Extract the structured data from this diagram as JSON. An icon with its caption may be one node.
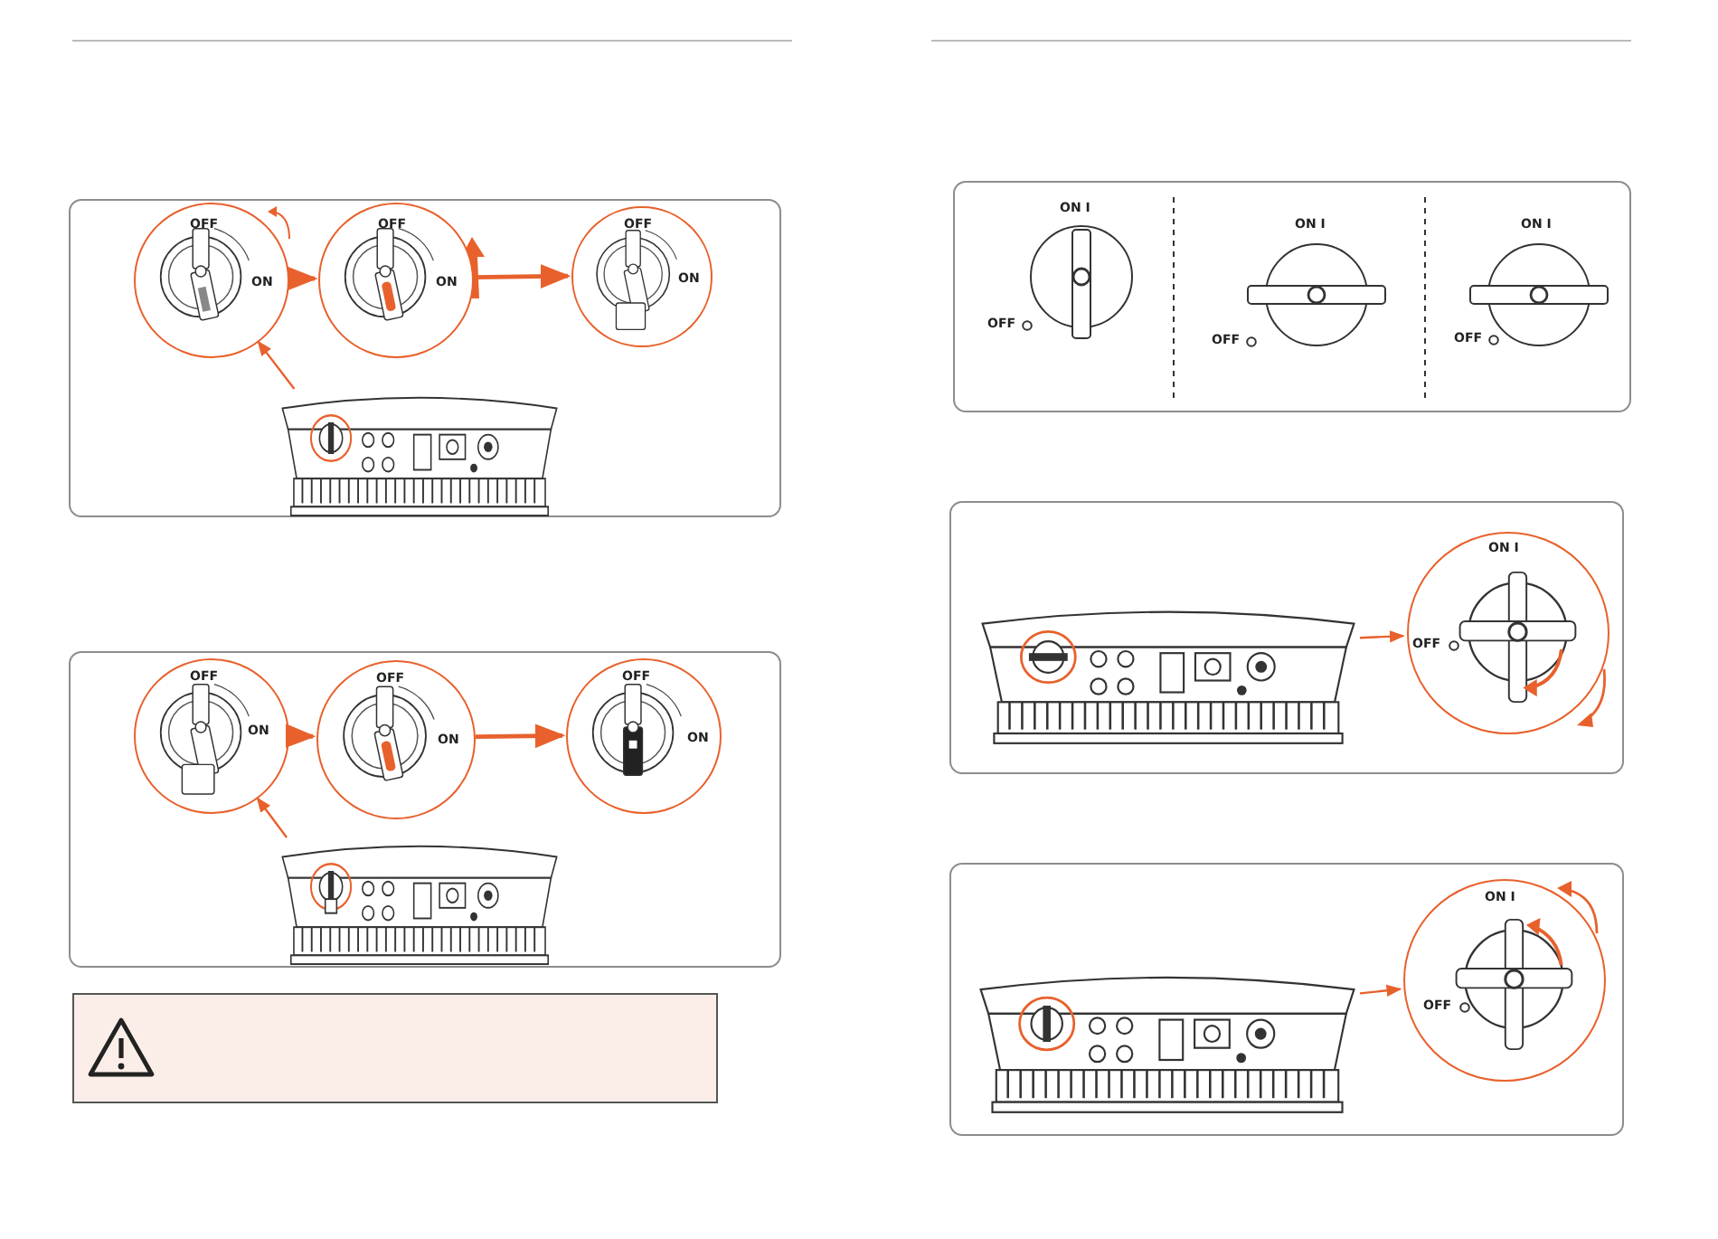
{
  "diagram": {
    "nodes": [
      {
        "text": [],
        "shape": "box"
      },
      {
        "text": [
          "OFF",
          "ON"
        ],
        "in": 0
      },
      {
        "text": [
          "OFF",
          "ON"
        ],
        "in": 0
      },
      {
        "text": [
          "OFF",
          "ON"
        ],
        "in": 0
      },
      {
        "text": [],
        "shape": "picture",
        "in": 0
      },
      {
        "text": [],
        "shape": "box"
      },
      {
        "text": [
          "OFF",
          "ON"
        ],
        "in": 5
      },
      {
        "text": [
          "OFF",
          "ON"
        ],
        "in": 5
      },
      {
        "text": [
          "OFF",
          "ON"
        ],
        "in": 5
      },
      {
        "text": [],
        "shape": "picture",
        "in": 5
      },
      {
        "text": [],
        "shape": "box"
      },
      {
        "text": [],
        "shape": "box"
      },
      {
        "text": [],
        "shape": "box"
      },
      {
        "text": [],
        "shape": "picture",
        "in": 12
      },
      {
        "text": [
          "ON I",
          "OFF"
        ],
        "in": 12
      },
      {
        "text": [],
        "shape": "box"
      },
      {
        "text": [],
        "shape": "picture",
        "in": 15
      },
      {
        "text": [
          "ON I",
          "OFF"
        ],
        "in": 15
      }
    ],
    "edges": [
      {
        "from": 1,
        "to": 2,
        "arrow": "to"
      },
      {
        "from": 2,
        "to": 3,
        "arrow": "to"
      },
      {
        "from": 4,
        "to": 1,
        "arrow": "to"
      },
      {
        "from": 6,
        "to": 7,
        "arrow": "to"
      },
      {
        "from": 7,
        "to": 8,
        "arrow": "to"
      },
      {
        "from": 9,
        "to": 6,
        "arrow": "to"
      },
      {
        "from": 13,
        "to": 14,
        "arrow": "to"
      },
      {
        "from": 16,
        "to": 17,
        "arrow": "to"
      }
    ],
    "labels": [
      "ON I",
      "OFF",
      "ON I",
      "OFF",
      "ON I",
      "OFF"
    ]
  }
}
